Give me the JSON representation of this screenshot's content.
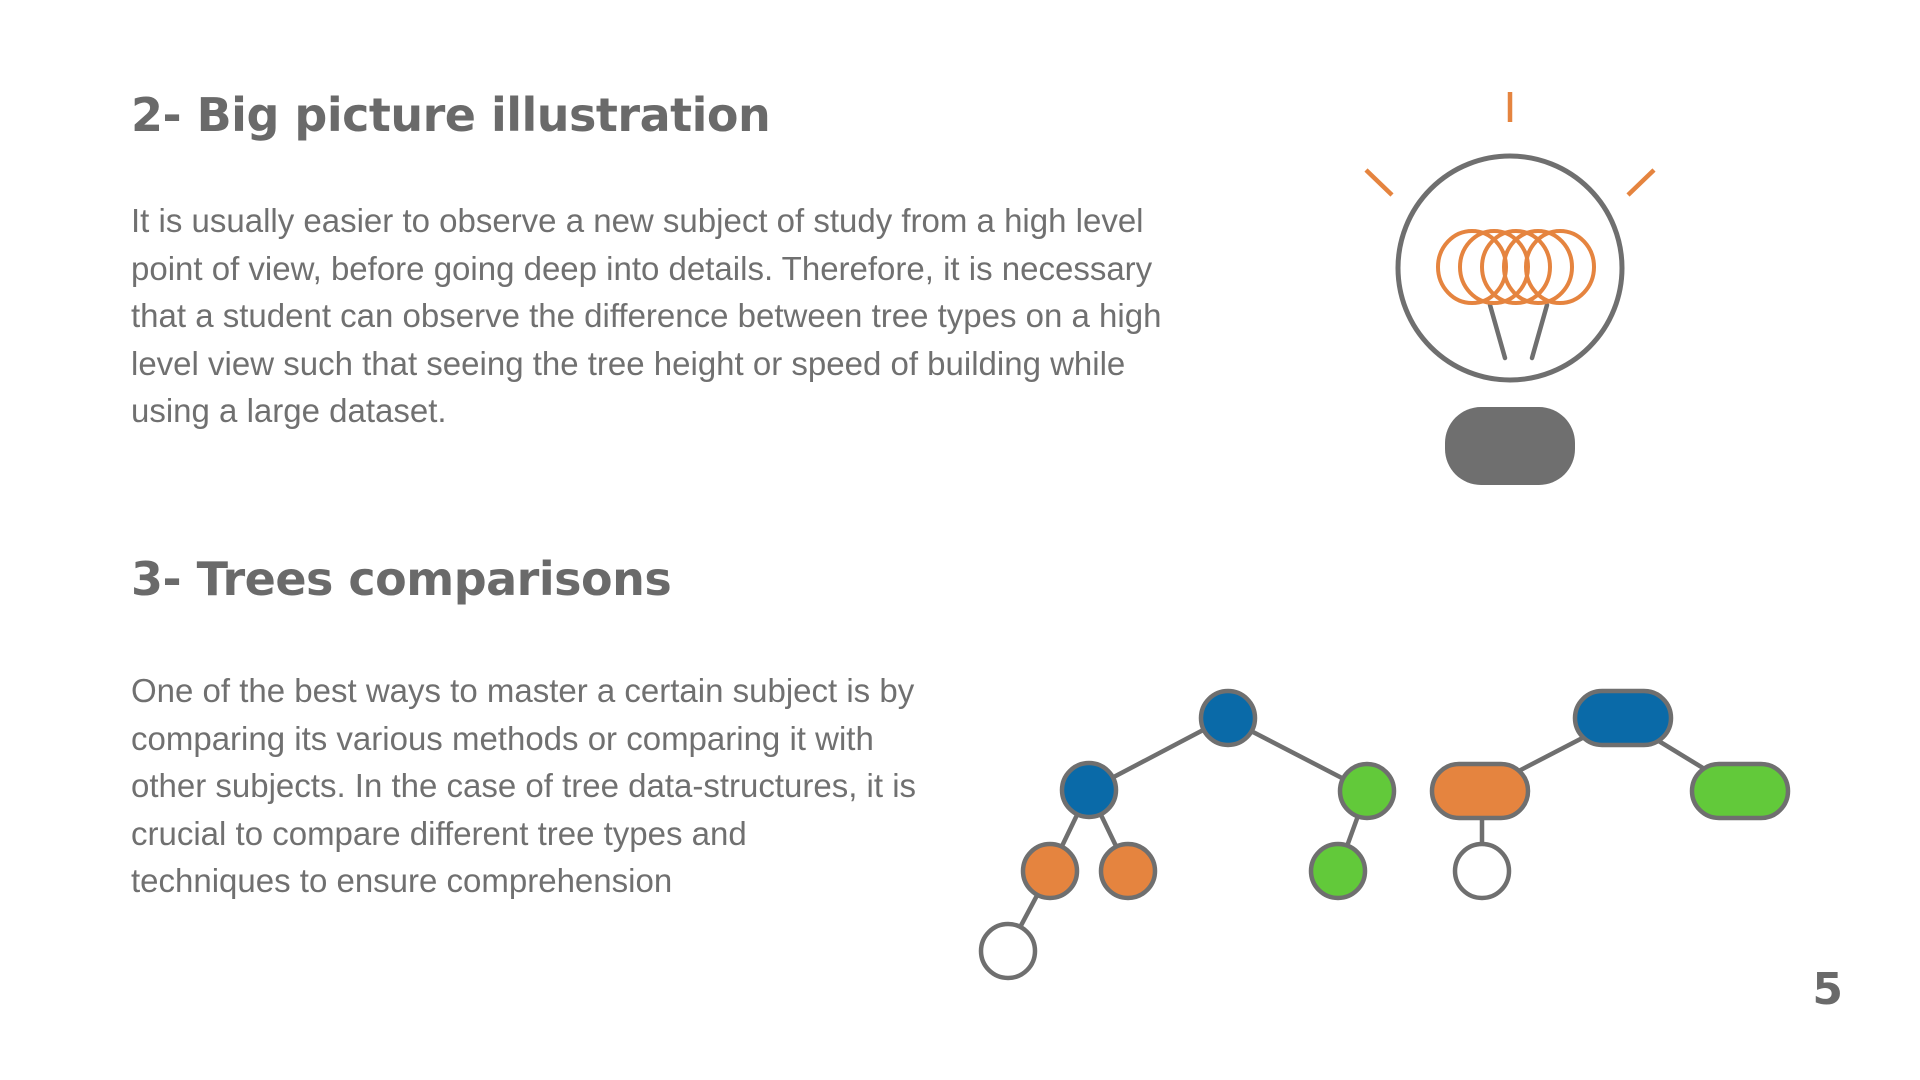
{
  "section2": {
    "heading": "2- Big picture illustration",
    "paragraph_lines": [
      "It is usually easier to observe a new subject of study from a high level",
      "point of view, before going deep into details. Therefore, it is necessary",
      "that a student can observe the difference between tree types on a high",
      "level view such that seeing the tree height or speed of building while",
      "using a large dataset."
    ]
  },
  "section3": {
    "heading": "3- Trees comparisons",
    "paragraph_lines": [
      "One of the best ways to master a certain subject is by",
      "comparing its various methods or comparing it with",
      "other subjects. In the case of tree data-structures, it is",
      "crucial to compare different tree types and",
      "techniques to ensure comprehension"
    ]
  },
  "page_number": "5",
  "colors": {
    "text": "#707070",
    "heading": "#6a6a6a",
    "outline": "#6f6f6f",
    "blue_node": "#0a6aa8",
    "orange_node": "#e5843f",
    "green_node": "#62c93a",
    "empty_node": "#ffffff",
    "bulb_accent": "#e5843f"
  },
  "icons": [
    "lightbulb-icon",
    "tree-diagram-icon"
  ]
}
